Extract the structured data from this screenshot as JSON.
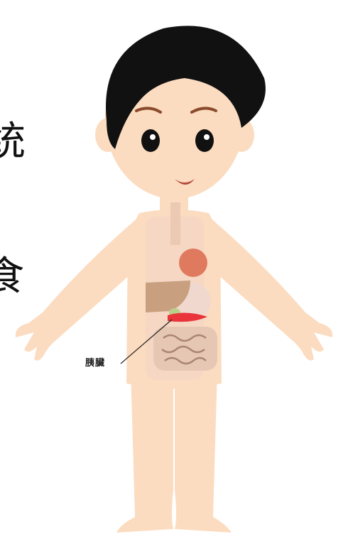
{
  "side_text": {
    "top": "统",
    "bottom": "食"
  },
  "organ_label": "胰臟",
  "colors": {
    "skin": "#fcdcc0",
    "hair": "#111111",
    "stomach": "#f0d8cf",
    "liver": "#c9a07f",
    "heart": "#e07a5f",
    "pancreas": "#e8343a",
    "intestine": "#e6c7b3"
  }
}
